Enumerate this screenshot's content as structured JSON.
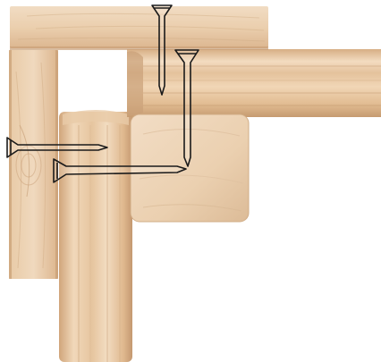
{
  "diagram": {
    "components": [
      {
        "name": "top-horizontal-board",
        "kind": "board"
      },
      {
        "name": "left-vertical-board",
        "kind": "board"
      },
      {
        "name": "right-horizontal-round-beam",
        "kind": "log-beam"
      },
      {
        "name": "vertical-round-post",
        "kind": "log-post"
      },
      {
        "name": "square-corner-block",
        "kind": "block"
      },
      {
        "name": "vertical-screw-top-board",
        "kind": "screw"
      },
      {
        "name": "vertical-screw-through-beam",
        "kind": "screw"
      },
      {
        "name": "horizontal-screw-through-left-board",
        "kind": "screw"
      },
      {
        "name": "horizontal-screw-through-post",
        "kind": "screw"
      }
    ],
    "colors": {
      "background": "#ffffff",
      "wood_light": "#efd9bf",
      "wood_mid": "#e3c29c",
      "wood_dark": "#c9a078",
      "wood_edge": "#b98f66",
      "screw_outline": "#1a1a1a"
    }
  }
}
